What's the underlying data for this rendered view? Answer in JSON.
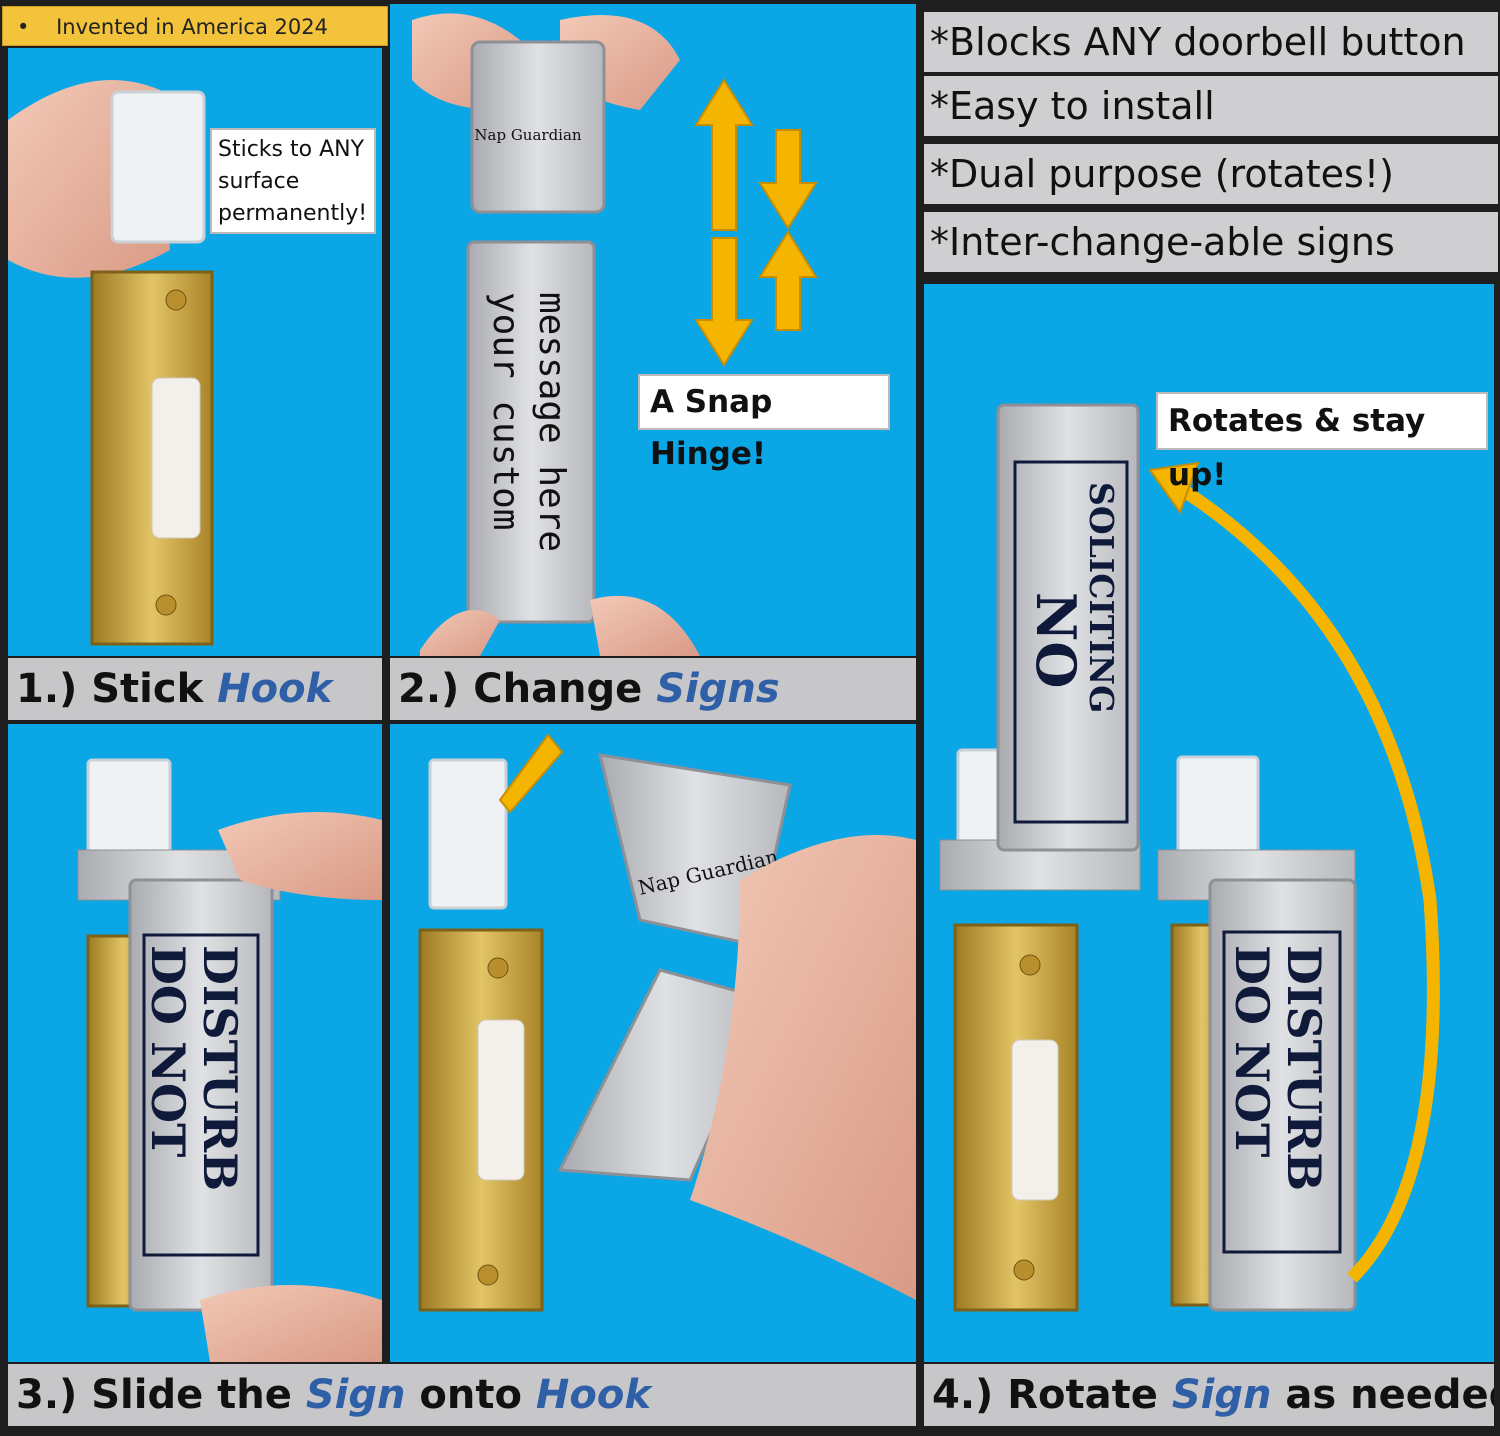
{
  "badge": {
    "bullet": "•",
    "text": "Invented in America 2024"
  },
  "features": [
    "*Blocks ANY doorbell button",
    "*Easy to install",
    "*Dual purpose (rotates!)",
    "*Inter-change-able signs"
  ],
  "steps": {
    "step1": {
      "prefix": "1.) Stick ",
      "emphasis": "Hook"
    },
    "step2": {
      "prefix": "2.) Change ",
      "emphasis": "Signs"
    },
    "step3": {
      "prefix": "3.) Slide the ",
      "emphasis1": "Sign",
      "middle": " onto ",
      "emphasis2": "Hook"
    },
    "step4": {
      "prefix": "4.) Rotate ",
      "emphasis": "Sign",
      "suffix": " as needed"
    }
  },
  "callouts": {
    "sticks": "Sticks to ANY surface permanently!",
    "snap": "A Snap Hinge!",
    "rotates": "Rotates & stay up!"
  },
  "product": {
    "brand": "Nap Guardian",
    "custom_message_left": "your custom",
    "custom_message_right": "message here",
    "sign_dnd_left": "DO NOT",
    "sign_dnd_right": "DISTURB",
    "sign_ns_left": "NO",
    "sign_ns_right": "SOLICITING"
  },
  "colors": {
    "panel": "#0aa6e6",
    "caption": "#c7c7c9",
    "emphasis": "#2f5fa6",
    "arrow": "#f5b400",
    "badge": "#f3c33c",
    "brass": "#c9a640"
  }
}
